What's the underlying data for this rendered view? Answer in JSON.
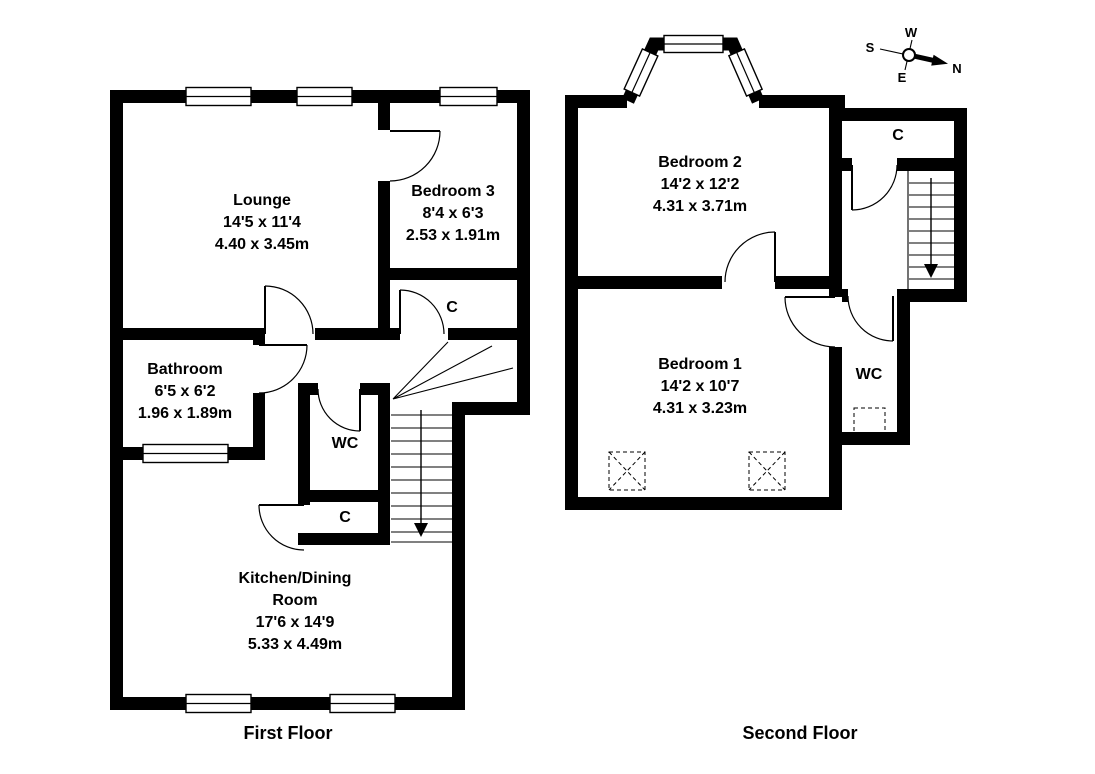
{
  "first_floor": {
    "label": "First Floor",
    "rooms": {
      "lounge": {
        "name": "Lounge",
        "imperial": "14'5 x 11'4",
        "metric": "4.40 x 3.45m"
      },
      "bedroom3": {
        "name": "Bedroom 3",
        "imperial": "8'4 x 6'3",
        "metric": "2.53 x 1.91m"
      },
      "closet_top": {
        "name": "C"
      },
      "bathroom": {
        "name": "Bathroom",
        "imperial": "6'5 x 6'2",
        "metric": "1.96 x 1.89m"
      },
      "wc": {
        "name": "WC"
      },
      "closet_mid": {
        "name": "C"
      },
      "kitchen": {
        "name_line1": "Kitchen/Dining",
        "name_line2": "Room",
        "imperial": "17'6 x 14'9",
        "metric": "5.33 x 4.49m"
      }
    }
  },
  "second_floor": {
    "label": "Second Floor",
    "rooms": {
      "bedroom2": {
        "name": "Bedroom 2",
        "imperial": "14'2 x 12'2",
        "metric": "4.31 x 3.71m"
      },
      "closet": {
        "name": "C"
      },
      "bedroom1": {
        "name": "Bedroom 1",
        "imperial": "14'2 x 10'7",
        "metric": "4.31 x 3.23m"
      },
      "wc": {
        "name": "WC"
      }
    }
  },
  "compass": {
    "north": "N",
    "south": "S",
    "east": "E",
    "west": "W"
  },
  "colors": {
    "wall": "#000000",
    "background": "#ffffff"
  }
}
